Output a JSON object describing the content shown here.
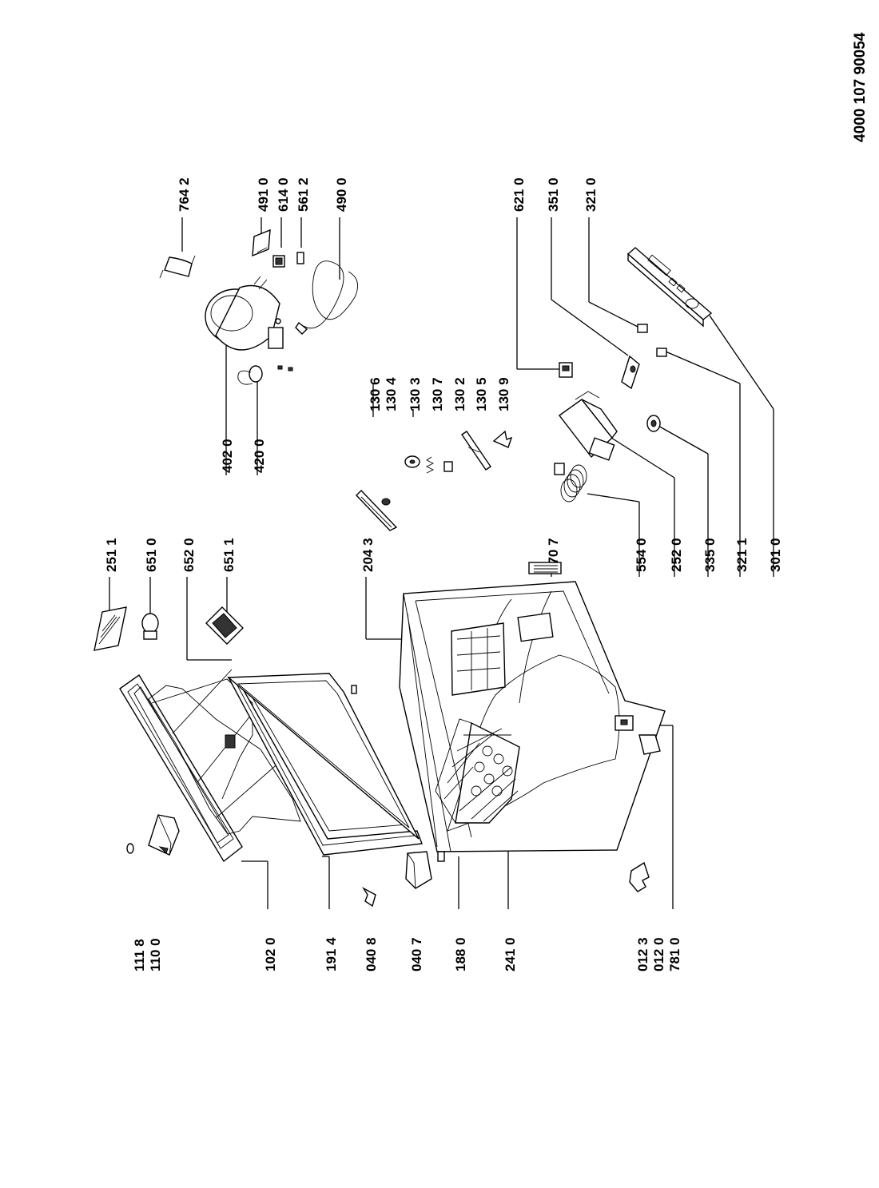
{
  "document": {
    "number": "4000 107 90054"
  },
  "labels": {
    "l1118": "111 8",
    "l1100": "110 0",
    "l1020": "102 0",
    "l1914": "191 4",
    "l0408": "040 8",
    "l0407": "040 7",
    "l1880": "188 0",
    "l2410": "241 0",
    "l0123": "012 3",
    "l0120": "012 0",
    "l7810": "781 0",
    "l2511": "251 1",
    "l6510": "651 0",
    "l6520": "652 0",
    "l6511": "651 1",
    "l2043": "204 3",
    "l0707": "070 7",
    "l4020": "402 0",
    "l4200": "420 0",
    "l1306": "130 6",
    "l1304": "130 4",
    "l1303": "130 3",
    "l1307": "130 7",
    "l1302": "130 2",
    "l1305": "130 5",
    "l1309": "130 9",
    "l5540": "554 0",
    "l2520": "252 0",
    "l3350": "335 0",
    "l3211": "321 1",
    "l3010": "301 0",
    "l7642": "764 2",
    "l4910": "491 0",
    "l6140": "614 0",
    "l5612": "561 2",
    "l4900": "490 0",
    "l6210": "621 0",
    "l3510": "351 0",
    "l3210": "321 0"
  }
}
